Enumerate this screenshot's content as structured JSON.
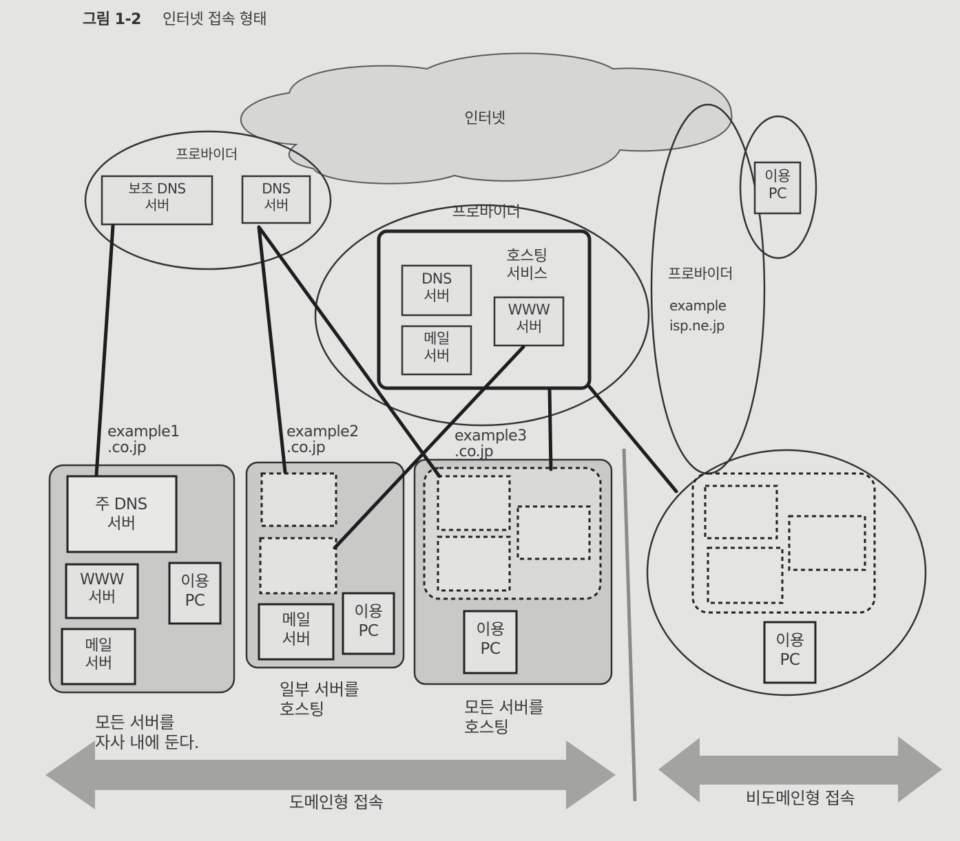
{
  "figure": {
    "number": "그림 1-2",
    "caption": "인터넷 접속 형태"
  },
  "internet": {
    "label": "인터넷"
  },
  "provider_left": {
    "label": "프로바이더",
    "secondary_dns": "보조 DNS\n서버",
    "dns": "DNS\n서버"
  },
  "provider_center": {
    "label": "프로바이더",
    "hosting_label": "호스팅\n서비스",
    "dns": "DNS\n서버",
    "mail": "메일\n서버",
    "www": "WWW\n서버"
  },
  "provider_right": {
    "label": "프로바이더",
    "domain": "example\nisp.ne.jp",
    "user_pc": "이용\nPC"
  },
  "site1": {
    "domain": "example1\n.co.jp",
    "primary_dns": "주 DNS\n서버",
    "www": "WWW\n서버",
    "mail": "메일\n서버",
    "user_pc": "이용\nPC",
    "caption": "모든 서버를\n자사 내에 둔다."
  },
  "site2": {
    "domain": "example2\n.co.jp",
    "mail": "메일\n서버",
    "user_pc": "이용\nPC",
    "caption": "일부 서버를\n호스팅"
  },
  "site3": {
    "domain": "example3\n.co.jp",
    "user_pc": "이용\nPC",
    "caption": "모든 서버를\n호스팅"
  },
  "site4": {
    "user_pc": "이용\nPC"
  },
  "categories": {
    "domain_type": "도메인형 접속",
    "non_domain_type": "비도메인형 접속"
  }
}
